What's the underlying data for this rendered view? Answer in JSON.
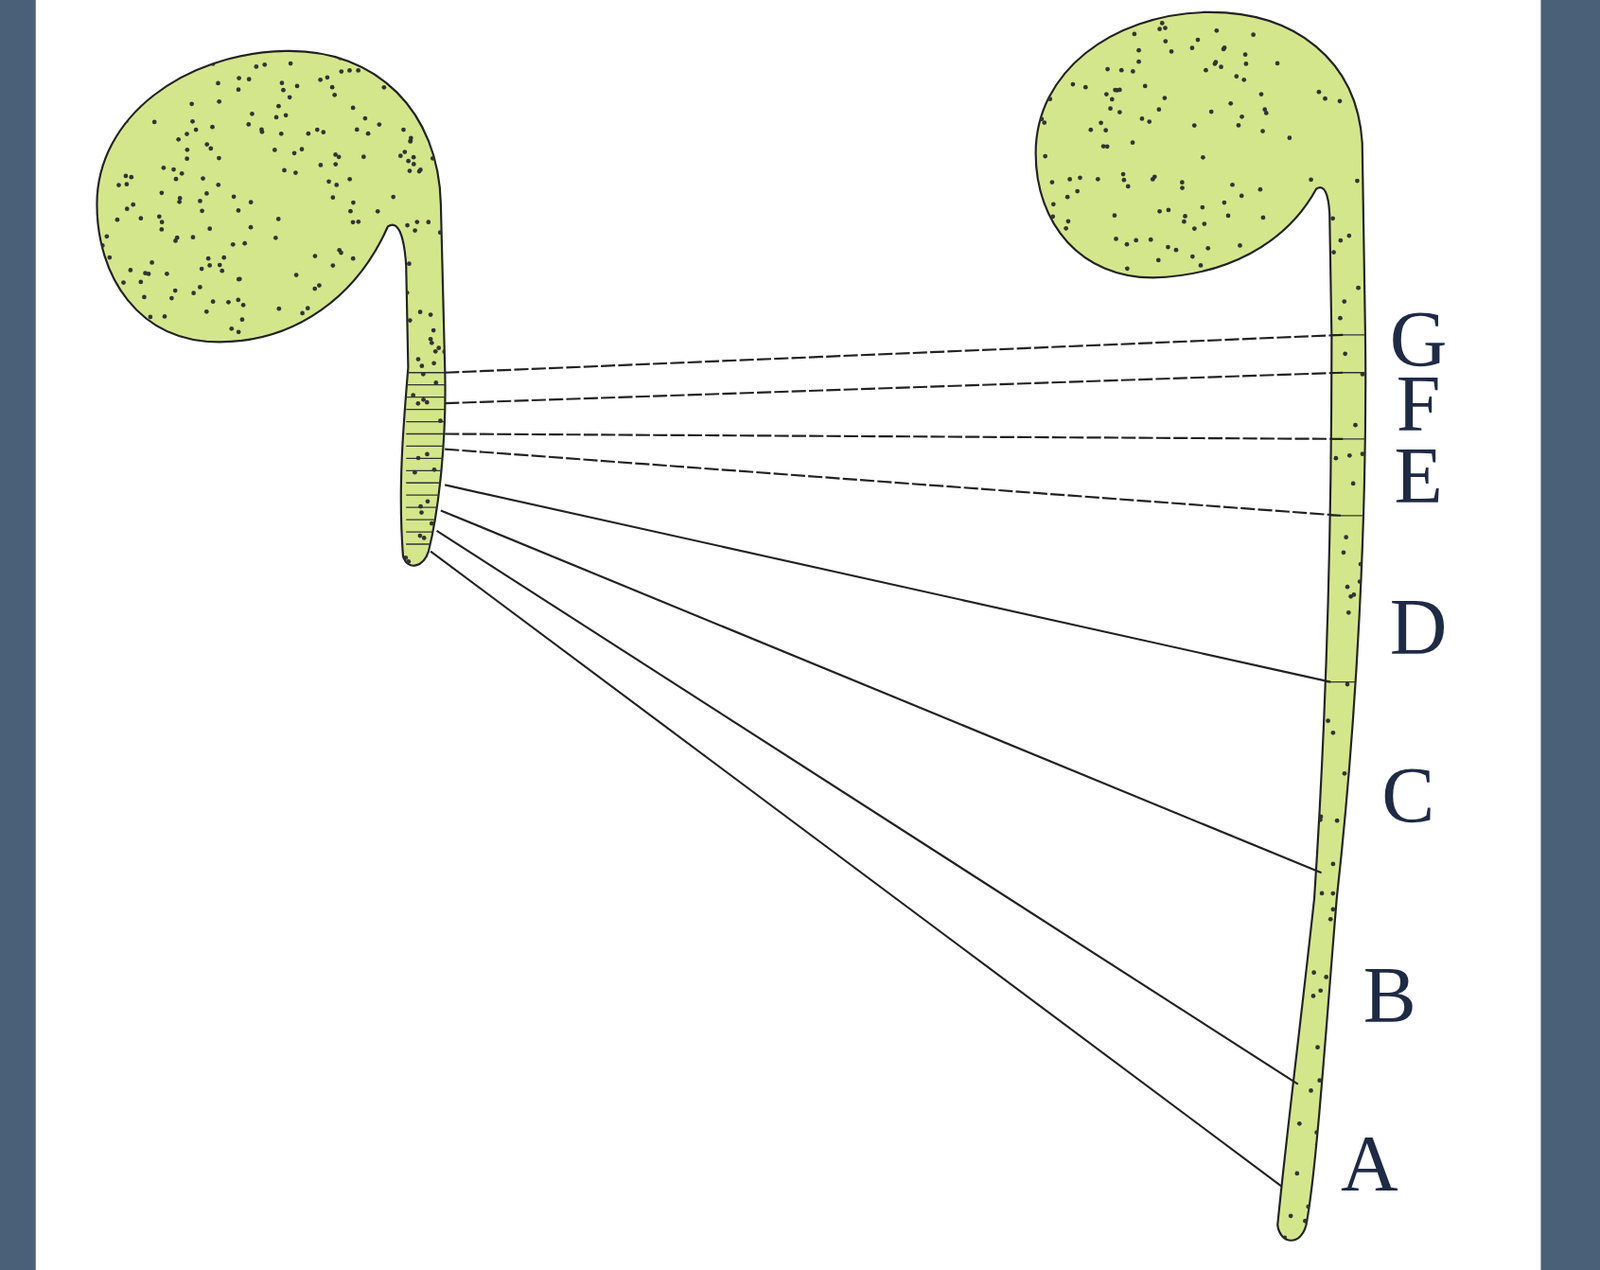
{
  "diagram": {
    "labels": [
      "G",
      "F",
      "E",
      "D",
      "C",
      "B",
      "A"
    ]
  }
}
